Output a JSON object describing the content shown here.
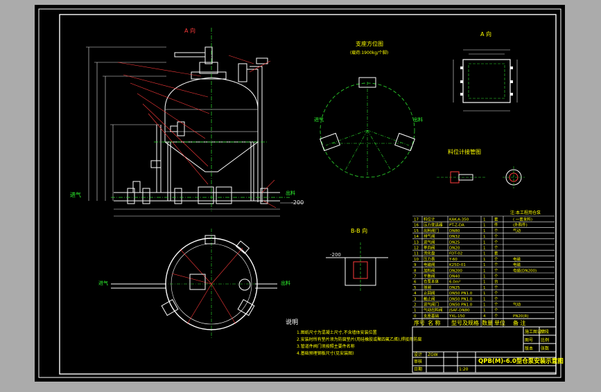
{
  "colors": {
    "paper": "#000000",
    "outer_bg": "#ababab",
    "frame": "#ffffff",
    "equipment": "#ffffff",
    "annotation": "#ff3b3b",
    "centerline": "#2ee02e",
    "dimension": "#e8e8e8",
    "title_text": "#ffff00",
    "accent_green": "#30ff30"
  },
  "views": {
    "elevation_label": "A 向",
    "support_title": "支座方位图",
    "support_note": "(载荷:1900kg/个脚)",
    "view_a_title": "A 向",
    "nozzle_title": "料位计接管图",
    "section_bb_title": "B-B 向",
    "left_io_label": "进气",
    "right_io_label": "出料",
    "plan_left_label": "进气",
    "plan_right_label": "出料",
    "support_left_label": "进气",
    "support_right_label": "出料",
    "elev_dim_right": "-200",
    "section_dim_left": "-200"
  },
  "notes": {
    "title": "说明",
    "lines": [
      "1.图纸尺寸为混凝土尺寸,不含墙体安装位置",
      "2.安装时所有垫片须为防腐垫片(用硅橡胶或聚四氟乙烯),焊接用防腐",
      "3.管道件阀门须按照主要件名称",
      "4.基础预埋钢板尺寸(见安装图)"
    ]
  },
  "bom": {
    "top_note": "注:本工程用仓泵",
    "rows": [
      {
        "no": "17",
        "name": "料位计",
        "spec": "KAK-A-350",
        "qty": "1",
        "unit": "套",
        "note": "( 一套发料)"
      },
      {
        "no": "16",
        "name": "压力变送器",
        "spec": "PT-Z-DA",
        "qty": "1",
        "unit": "件",
        "note": "(外购件)"
      },
      {
        "no": "15",
        "name": "出料阀门",
        "spec": "DN80",
        "qty": "1",
        "unit": "个",
        "note": "气动"
      },
      {
        "no": "14",
        "name": "排气阀",
        "spec": "DN32",
        "qty": "1",
        "unit": "个",
        "note": ""
      },
      {
        "no": "13",
        "name": "进气阀",
        "spec": "DN25",
        "qty": "1",
        "unit": "个",
        "note": ""
      },
      {
        "no": "12",
        "name": "单向阀",
        "spec": "DN20",
        "qty": "1",
        "unit": "个",
        "note": ""
      },
      {
        "no": "11",
        "name": "流化盘",
        "spec": "FDT-02",
        "qty": "1",
        "unit": "套",
        "note": ""
      },
      {
        "no": "10",
        "name": "压力表",
        "spec": "Y-60",
        "qty": "1",
        "unit": "个",
        "note": "电磁"
      },
      {
        "no": "9",
        "name": "电磁阀",
        "spec": "K25D-01",
        "qty": "1",
        "unit": "个",
        "note": "电磁"
      },
      {
        "no": "8",
        "name": "加料阀",
        "spec": "DN200",
        "qty": "1",
        "unit": "个",
        "note": "电磁(DN200)"
      },
      {
        "no": "7",
        "name": "平衡阀",
        "spec": "DN40",
        "qty": "1",
        "unit": "个",
        "note": ""
      },
      {
        "no": "6",
        "name": "仓泵本体",
        "spec": "6.0m³",
        "qty": "1",
        "unit": "台",
        "note": ""
      },
      {
        "no": "5",
        "name": "球阀",
        "spec": "DN25",
        "qty": "1",
        "unit": "个",
        "note": ""
      },
      {
        "no": "4",
        "name": "止回阀",
        "spec": "DN50 PN1.0",
        "qty": "1",
        "unit": "个",
        "note": ""
      },
      {
        "no": "3",
        "name": "截止阀",
        "spec": "DN50 PN1.0",
        "qty": "1",
        "unit": "个",
        "note": ""
      },
      {
        "no": "2",
        "name": "进气阀门",
        "spec": "DN50 PN1.0",
        "qty": "1",
        "unit": "个",
        "note": "气动"
      },
      {
        "no": "1",
        "name": "气动出料阀",
        "spec": "JSAF-DN80",
        "qty": "1",
        "unit": "个",
        "note": ""
      },
      {
        "no": "0",
        "name": "支座基础",
        "spec": "YXL-150",
        "qty": "4",
        "unit": "个",
        "note": "PN20(R)"
      }
    ],
    "header": {
      "no": "序号",
      "name": "名 称",
      "spec": "型号及规格",
      "qty": "数量",
      "unit": "单位",
      "note": "备 注"
    }
  },
  "title_block": {
    "title": "QPB(M)-6.0型仓泵安装示意图",
    "right_cells": [
      "施工图设计",
      "阶段",
      "图号",
      "比例",
      "版本",
      "张数"
    ],
    "left_cells": [
      "设计",
      "审核",
      "日期"
    ],
    "mid_cells": [
      "ZGW",
      "",
      "1:20"
    ]
  }
}
